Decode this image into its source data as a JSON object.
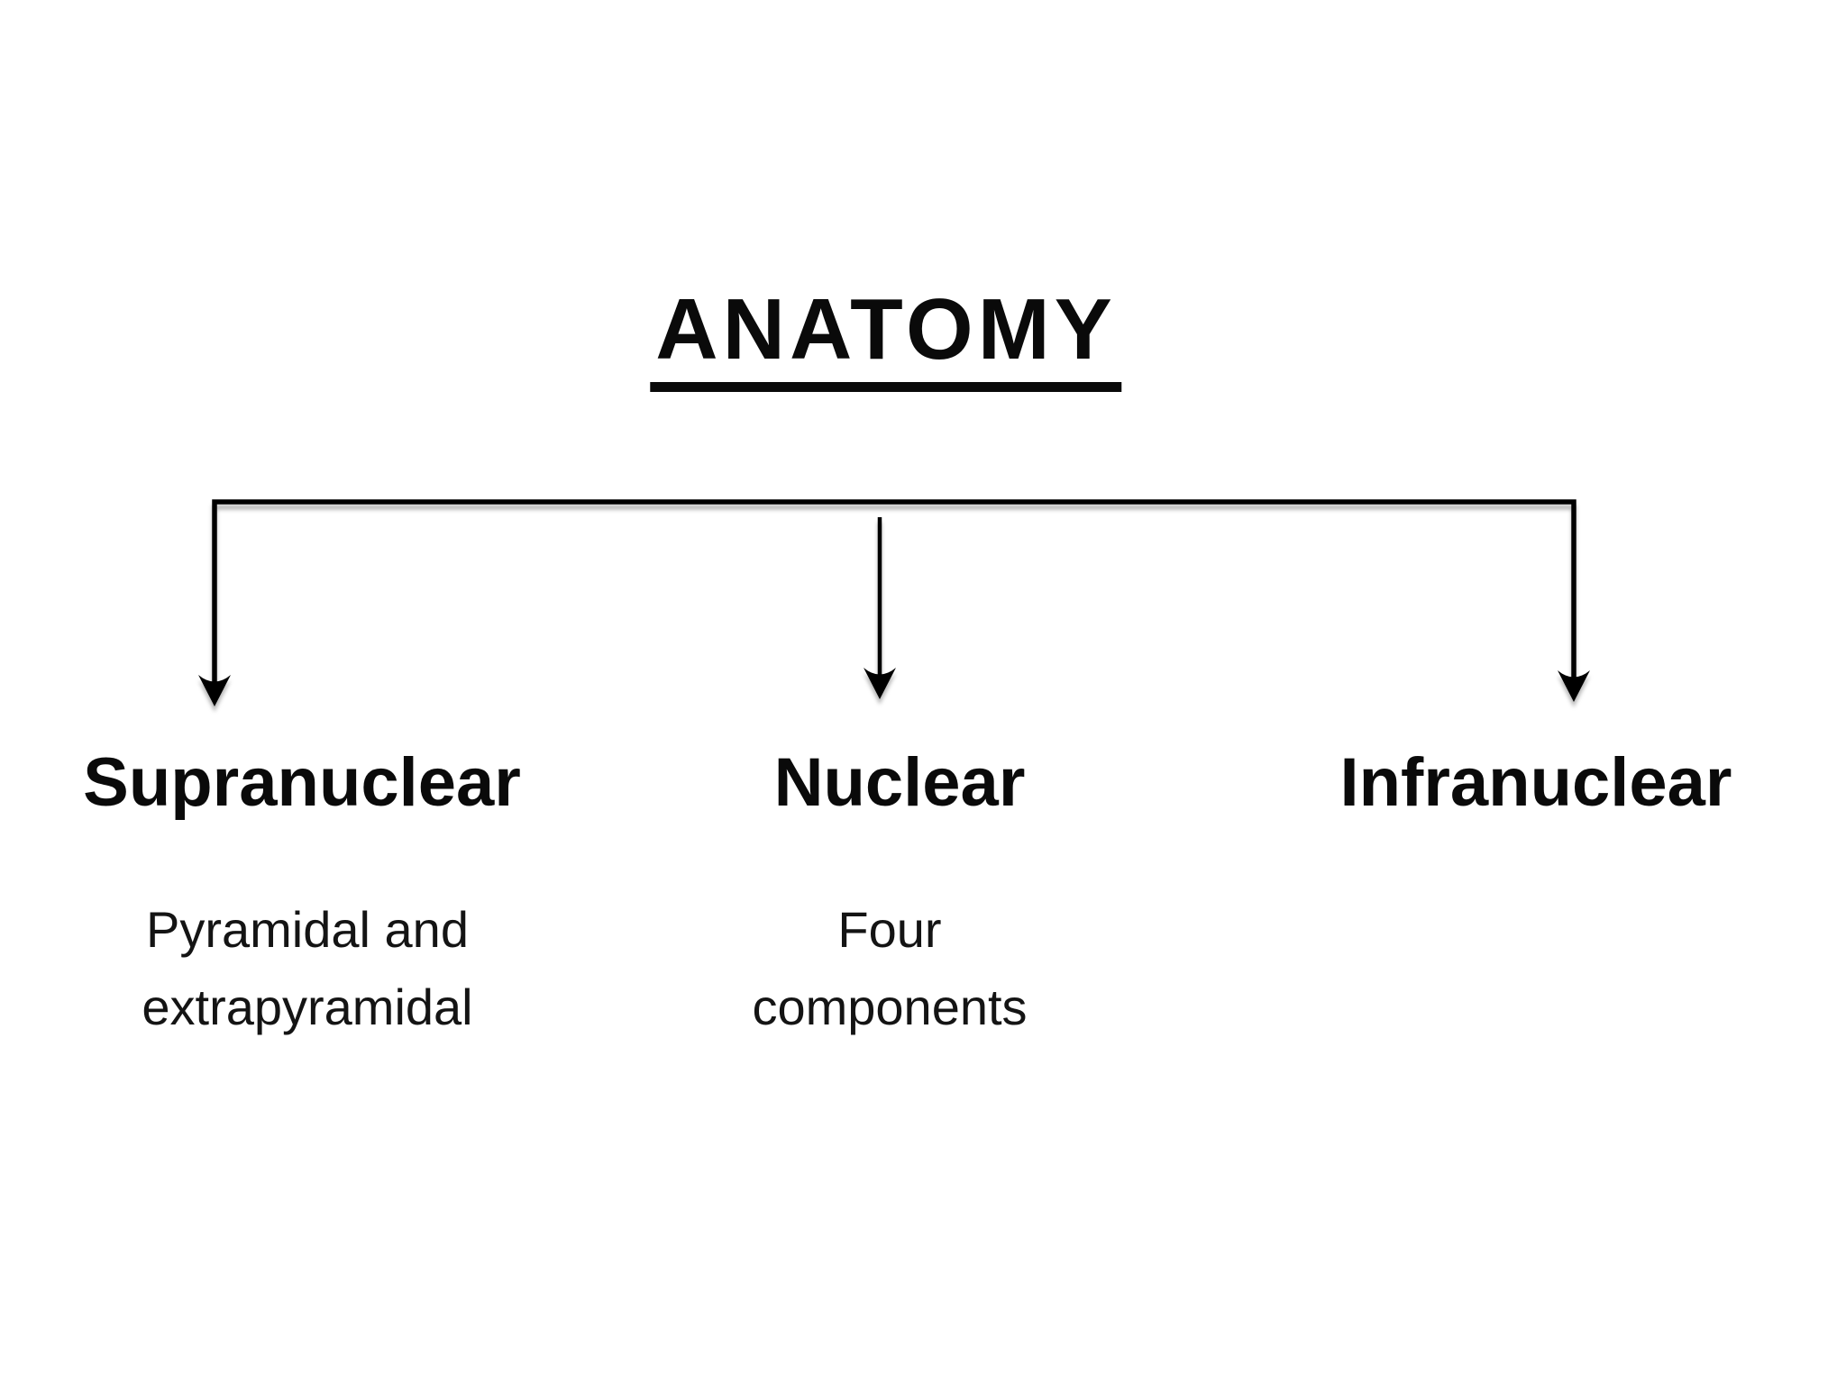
{
  "page": {
    "background_color": "#ffffff",
    "text_color": "#0a0a0a",
    "line_color": "#000000"
  },
  "title": "ANATOMY",
  "tree": {
    "branches": [
      {
        "id": "supranuclear",
        "label": "Supranuclear",
        "description_lines": [
          "Pyramidal and",
          "extrapyramidal"
        ]
      },
      {
        "id": "nuclear",
        "label": "Nuclear",
        "description_lines": [
          "Four",
          "components"
        ]
      },
      {
        "id": "infranuclear",
        "label": "Infranuclear",
        "description_lines": []
      }
    ]
  }
}
